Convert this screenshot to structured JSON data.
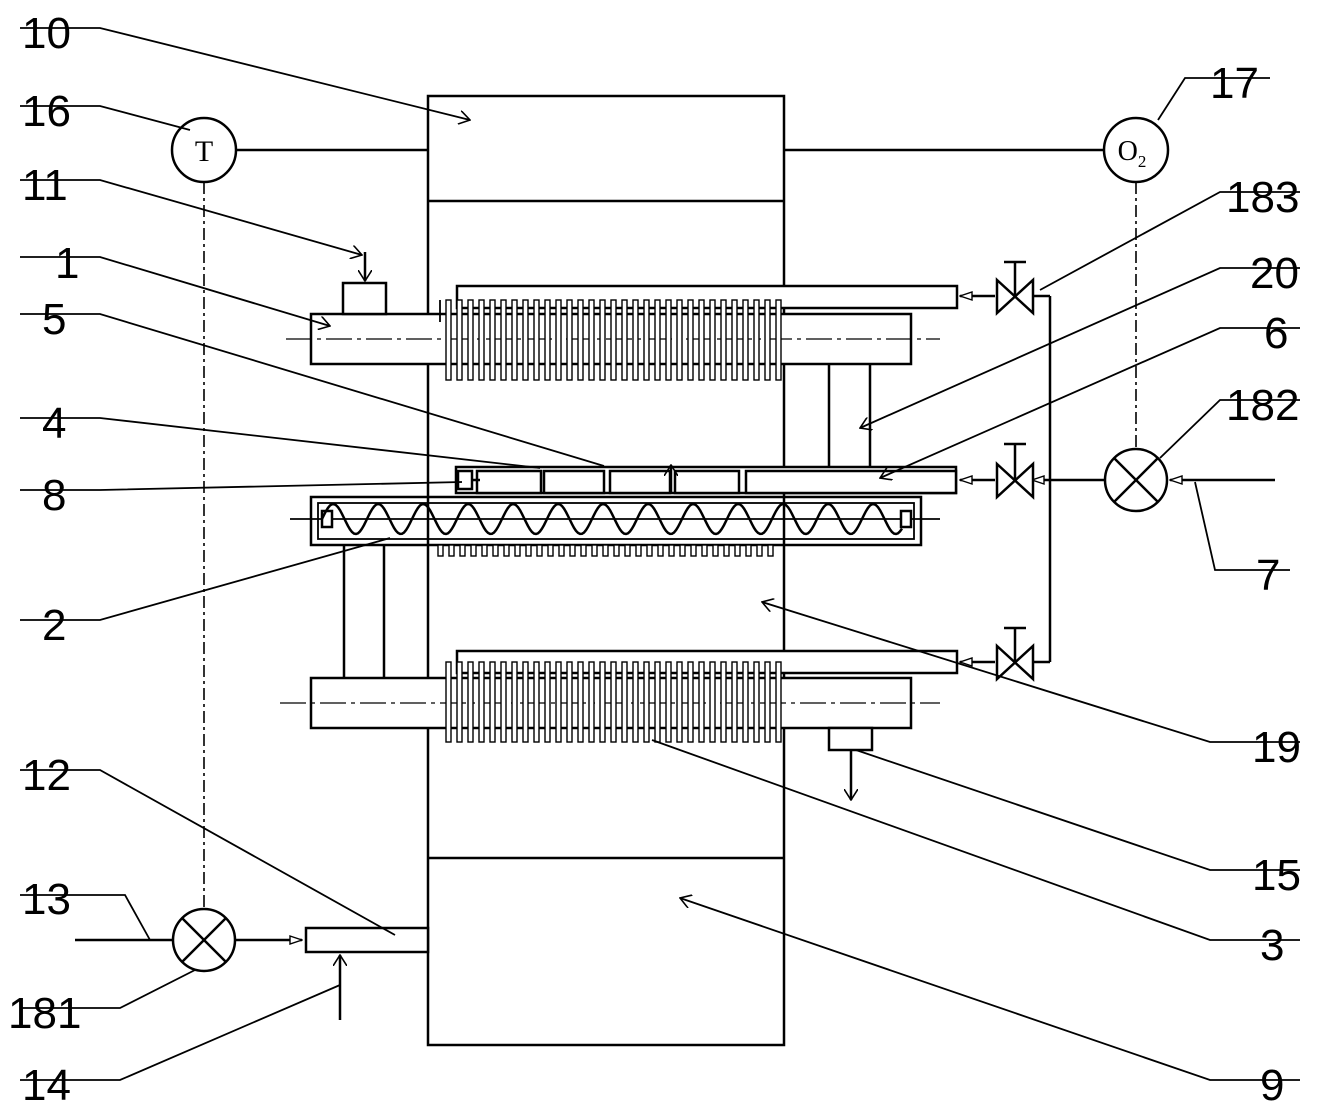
{
  "diagram": {
    "callouts": [
      {
        "id": "c10",
        "text": "10"
      },
      {
        "id": "c16",
        "text": "16"
      },
      {
        "id": "c11",
        "text": "11"
      },
      {
        "id": "c1",
        "text": "1"
      },
      {
        "id": "c5",
        "text": "5"
      },
      {
        "id": "c4",
        "text": "4"
      },
      {
        "id": "c8",
        "text": "8"
      },
      {
        "id": "c2",
        "text": "2"
      },
      {
        "id": "c12",
        "text": "12"
      },
      {
        "id": "c13",
        "text": "13"
      },
      {
        "id": "c181",
        "text": "181"
      },
      {
        "id": "c14",
        "text": "14"
      },
      {
        "id": "c17",
        "text": "17"
      },
      {
        "id": "c183",
        "text": "183"
      },
      {
        "id": "c20",
        "text": "20"
      },
      {
        "id": "c6",
        "text": "6"
      },
      {
        "id": "c182",
        "text": "182"
      },
      {
        "id": "c7",
        "text": "7"
      },
      {
        "id": "c19",
        "text": "19"
      },
      {
        "id": "c15",
        "text": "15"
      },
      {
        "id": "c3",
        "text": "3"
      },
      {
        "id": "c9",
        "text": "9"
      }
    ],
    "sensors": {
      "temperature": "T",
      "oxygen_base": "O",
      "oxygen_sub": "2"
    }
  }
}
